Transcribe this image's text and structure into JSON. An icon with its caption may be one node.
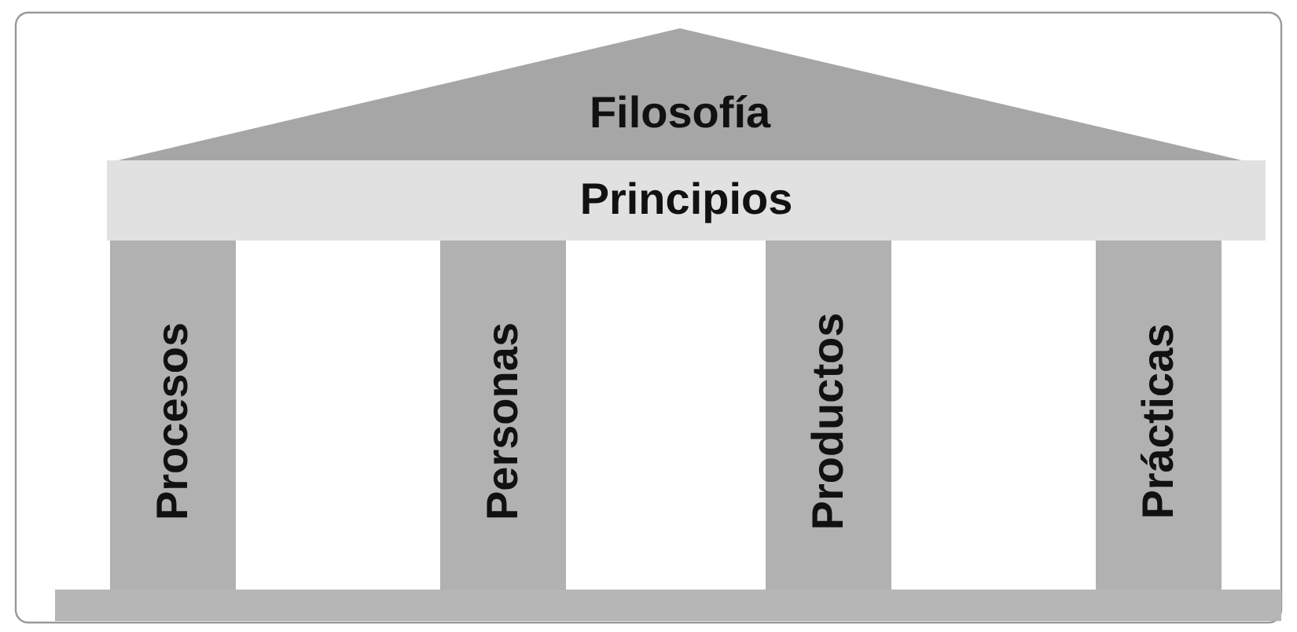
{
  "diagram": {
    "nodes": [
      {
        "text": [
          "Filosofía"
        ]
      },
      {
        "text": [
          "Principios"
        ]
      },
      {
        "text": [
          "Procesos"
        ]
      },
      {
        "text": [
          "Personas"
        ]
      },
      {
        "text": [
          "Productos"
        ]
      },
      {
        "text": [
          "Prácticas"
        ]
      },
      {
        "text": [],
        "shape": "bar"
      }
    ]
  }
}
